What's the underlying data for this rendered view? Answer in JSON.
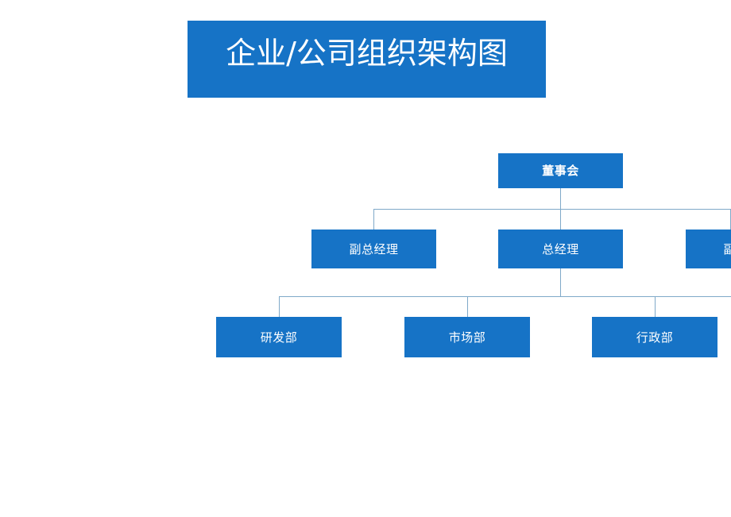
{
  "slide": {
    "background_color": "#ffffff",
    "accent_color": "#1673C6",
    "connector_color": "#7FA9C9",
    "text_color": "#ffffff"
  },
  "title": {
    "text": "企业/公司组织架构图"
  },
  "org_chart": {
    "levels": [
      {
        "level": 1,
        "nodes": [
          {
            "id": "board",
            "label": "董事会"
          }
        ]
      },
      {
        "level": 2,
        "nodes": [
          {
            "id": "deputy-gm-left",
            "label": "副总经理"
          },
          {
            "id": "general-manager",
            "label": "总经理"
          },
          {
            "id": "deputy-gm-right",
            "label": "副总经理"
          }
        ]
      },
      {
        "level": 3,
        "nodes": [
          {
            "id": "rd-dept",
            "label": "研发部"
          },
          {
            "id": "marketing-dept",
            "label": "市场部"
          },
          {
            "id": "admin-dept",
            "label": "行政部"
          }
        ]
      }
    ]
  }
}
